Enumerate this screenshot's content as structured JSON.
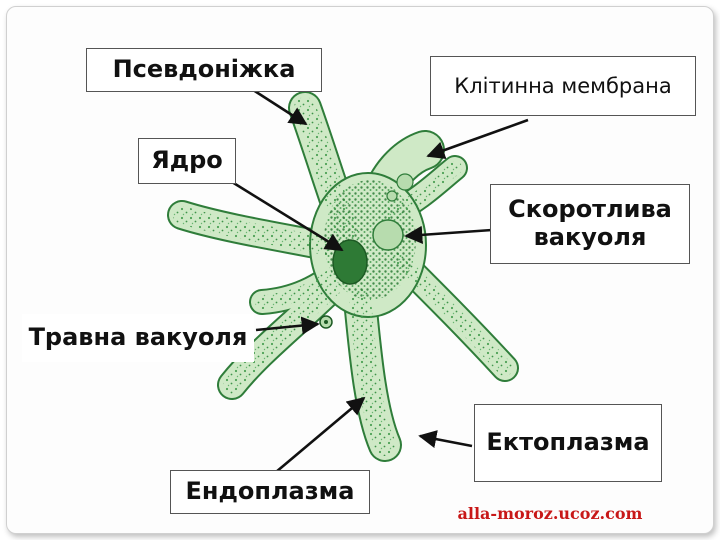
{
  "labels": {
    "pseudopod": "Псевдоніжка",
    "membrane": "Клітинна мембрана",
    "nucleus": "Ядро",
    "contractile_vacuole": "Скоротлива вакуоля",
    "digestive_vacuole": "Травна вакуоля",
    "ectoplasm": "Ектоплазма",
    "endoplasm": "Ендоплазма"
  },
  "watermark": "alla-moroz.ucoz.com",
  "colors": {
    "cell_fill": "#cfe9c6",
    "cell_outline": "#2f7d3a",
    "granules": "#3f9a4a",
    "nucleus": "#2e7a35",
    "arrow": "#111111",
    "watermark": "#c81818"
  }
}
